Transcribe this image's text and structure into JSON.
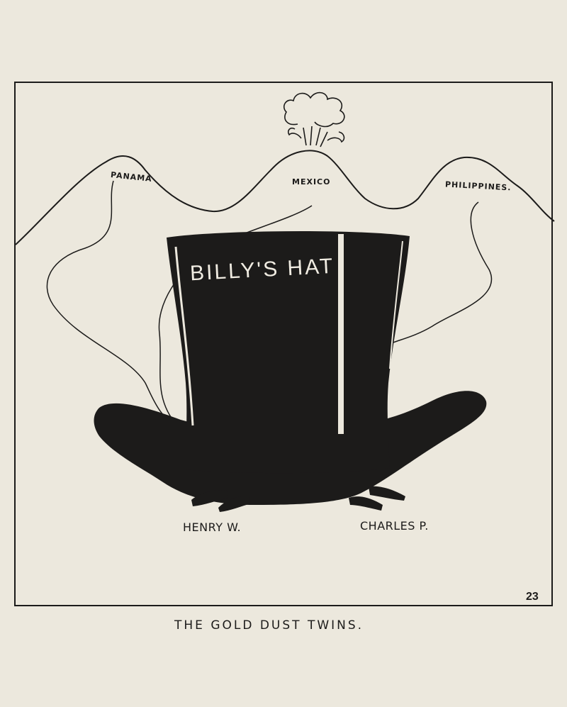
{
  "cartoon": {
    "mountains": {
      "left_label": "PANAMA",
      "center_label": "MEXICO",
      "right_label": "PHILIPPINES."
    },
    "hat_label": "BILLY'S HAT",
    "figures": {
      "left_name": "HENRY W.",
      "right_name": "CHARLES P."
    },
    "page_number": "23",
    "caption": "THE GOLD DUST TWINS."
  },
  "colors": {
    "paper": "#ece8dd",
    "ink": "#1c1b1a"
  }
}
